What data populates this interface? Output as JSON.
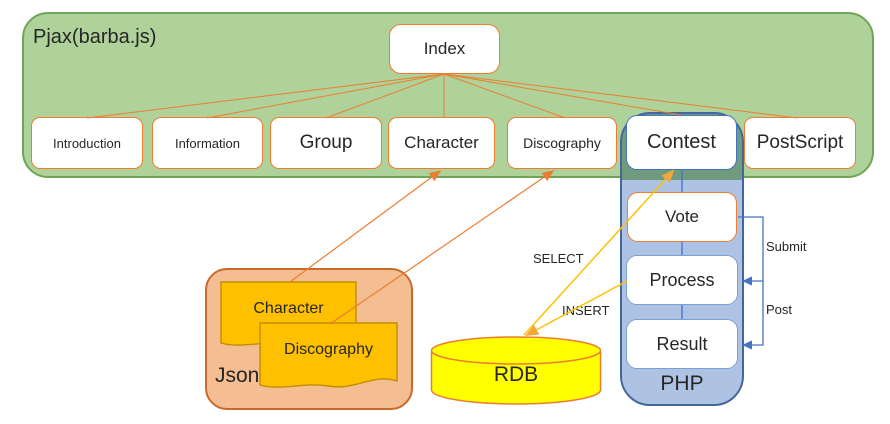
{
  "diagram": {
    "pjax": {
      "label": "Pjax(barba.js)"
    },
    "index": {
      "label": "Index"
    },
    "nav": {
      "items": [
        {
          "label": "Introduction"
        },
        {
          "label": "Information"
        },
        {
          "label": "Group"
        },
        {
          "label": "Character"
        },
        {
          "label": "Discography"
        },
        {
          "label": "Contest"
        },
        {
          "label": "PostScript"
        }
      ]
    },
    "php": {
      "label": "PHP",
      "steps": [
        {
          "label": "Vote"
        },
        {
          "label": "Process"
        },
        {
          "label": "Result"
        }
      ]
    },
    "json": {
      "label": "Json",
      "docs": [
        {
          "label": "Character"
        },
        {
          "label": "Discography"
        }
      ]
    },
    "rdb": {
      "label": "RDB"
    },
    "edges": {
      "select": {
        "label": "SELECT"
      },
      "insert": {
        "label": "INSERT"
      },
      "submit": {
        "label": "Submit"
      },
      "post": {
        "label": "Post"
      }
    },
    "colors": {
      "green_fill": "#AED299",
      "green_border": "#71A457",
      "orange_accent": "#ED7D31",
      "blue_accent": "#4472C4",
      "php_fill": "#AEC3E4",
      "php_overlap_fill": "#719B7E",
      "php_border": "#44679B",
      "json_fill": "#F5BD92",
      "json_border": "#C96A2A",
      "doc_fill": "#FFC000",
      "doc_border": "#BF8F00",
      "rdb_fill": "#FFFF00",
      "connector_yellow": "#FFC000"
    }
  }
}
